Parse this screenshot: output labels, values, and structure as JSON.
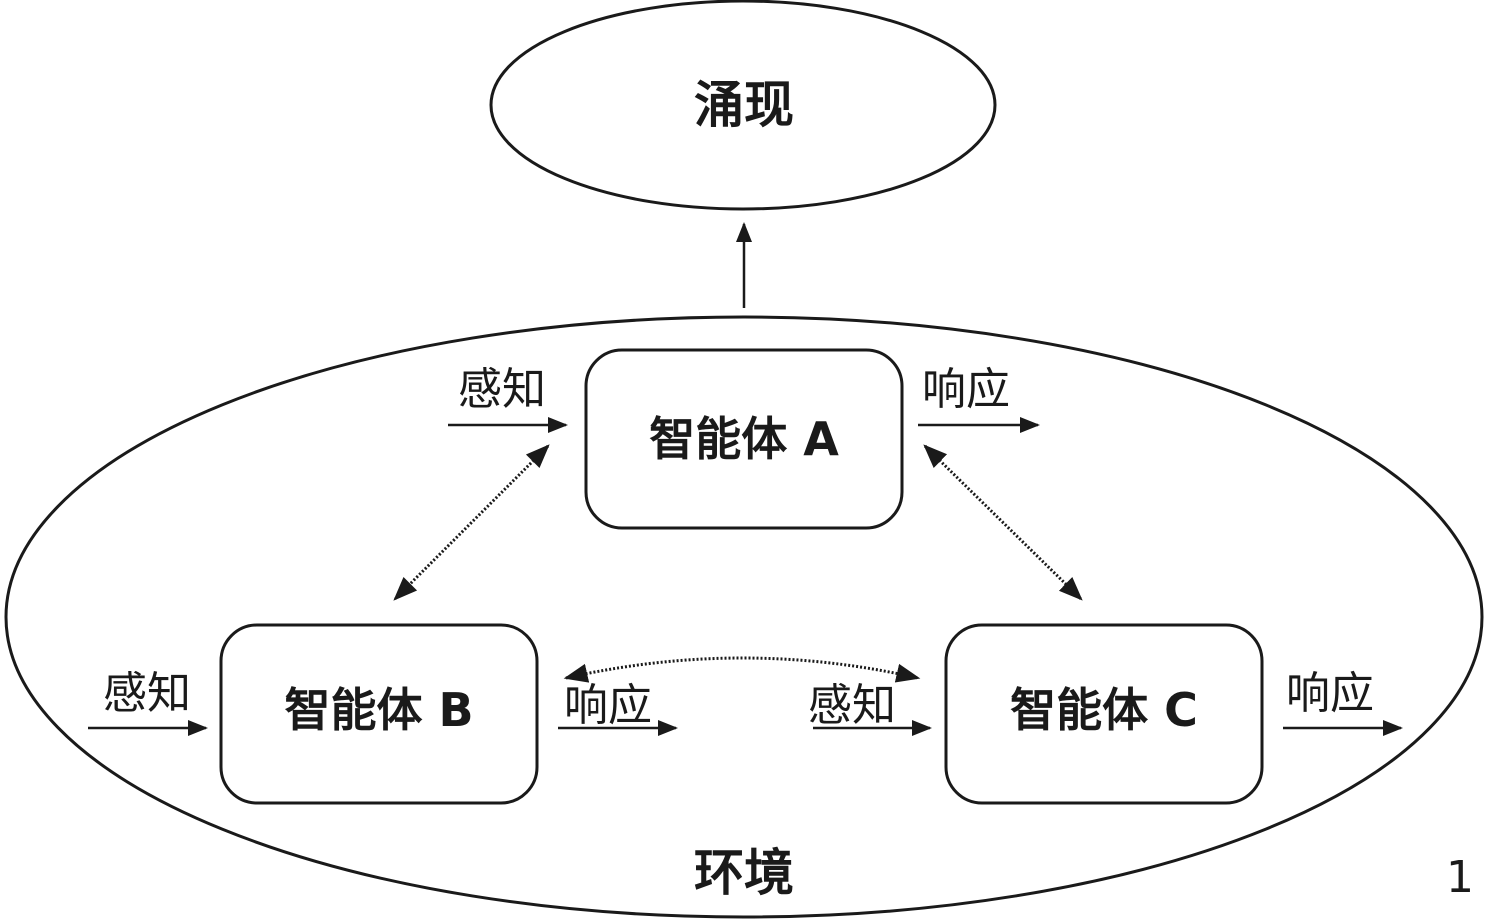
{
  "emergence": {
    "label": "涌现"
  },
  "environment": {
    "label": "环境"
  },
  "agents": [
    {
      "id": "A",
      "label": "智能体 A",
      "input": "感知",
      "output": "响应"
    },
    {
      "id": "B",
      "label": "智能体 B",
      "input": "感知",
      "output": "响应"
    },
    {
      "id": "C",
      "label": "智能体 C",
      "input": "感知",
      "output": "响应"
    }
  ],
  "page_number": "1"
}
